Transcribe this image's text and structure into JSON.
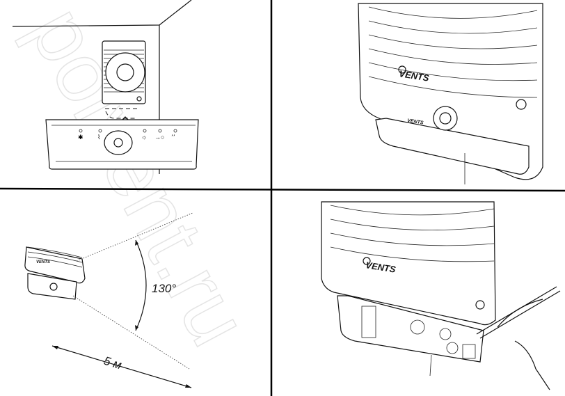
{
  "watermark": "polvent.ru",
  "brand_logo": "VENTS",
  "panel_bottom_left": {
    "angle_label": "130°",
    "distance_label": "5 м"
  }
}
